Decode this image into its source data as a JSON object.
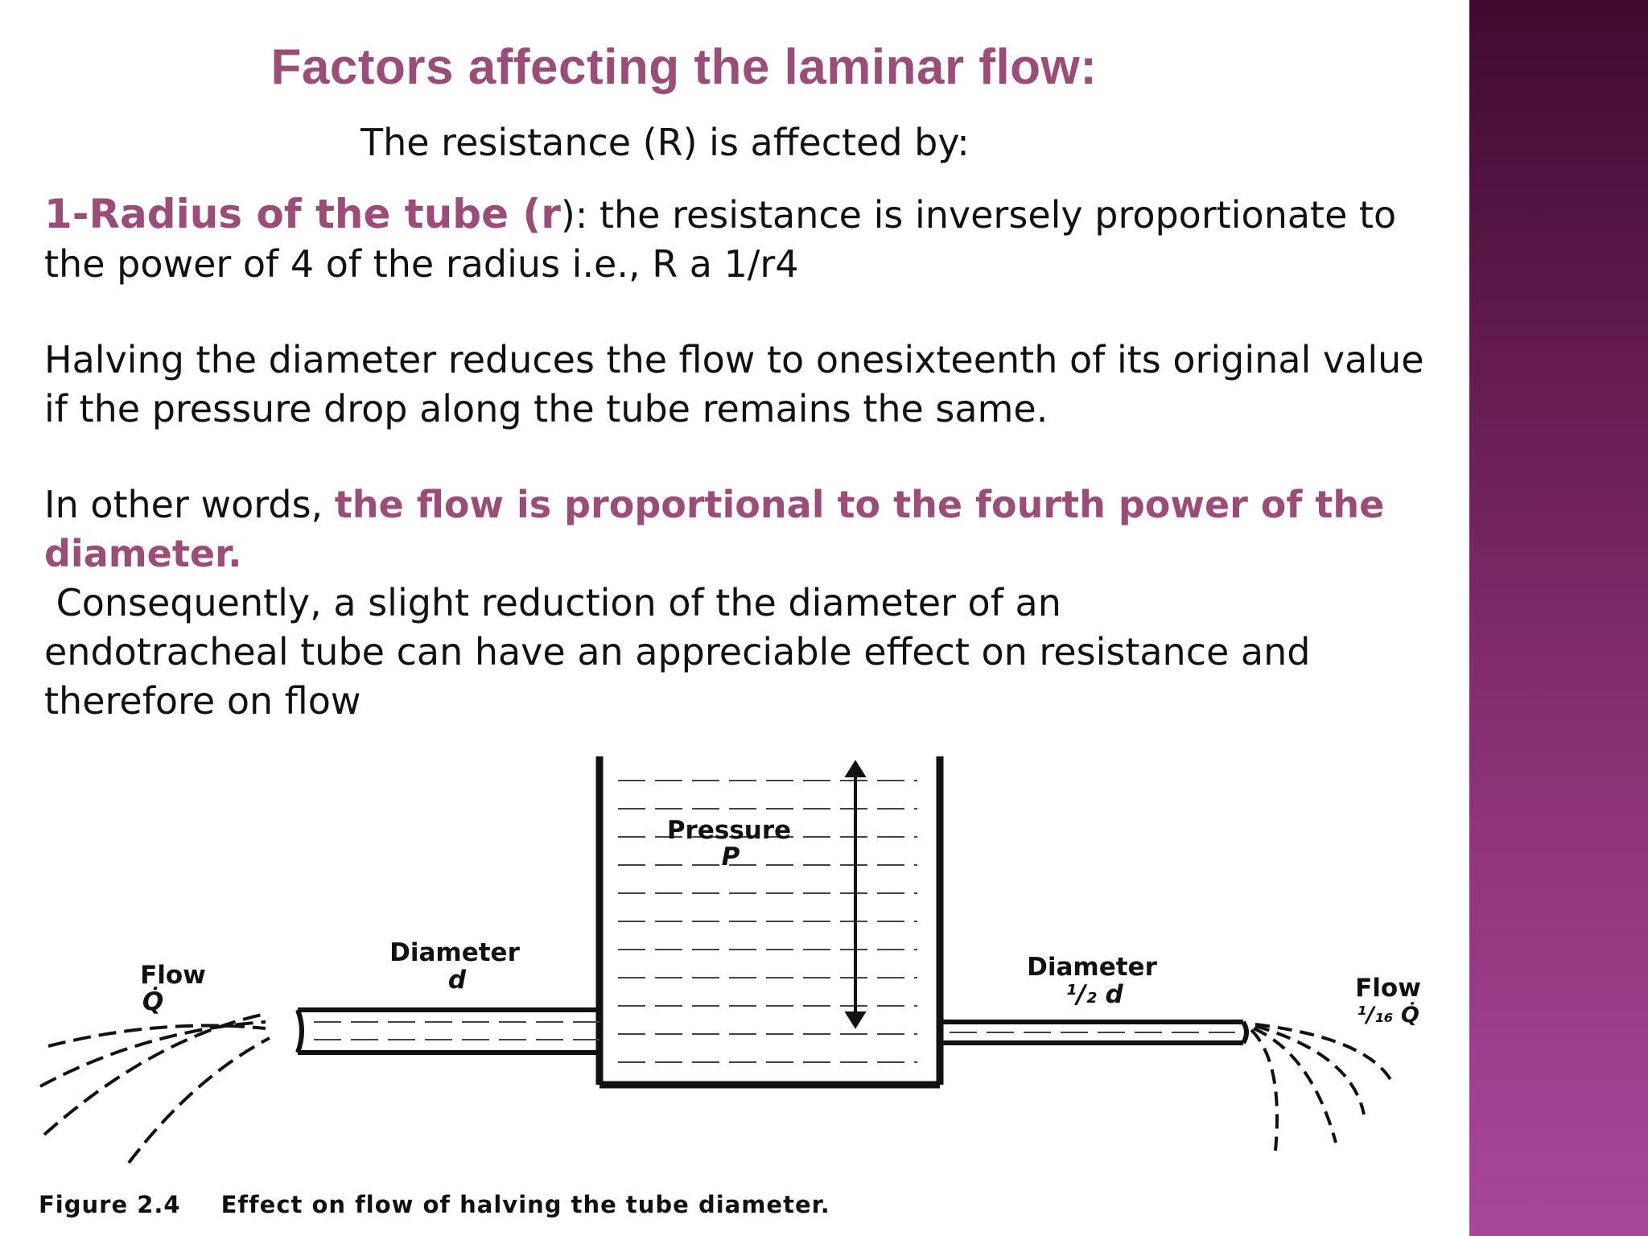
{
  "slide": {
    "title": "Factors affecting the laminar flow:",
    "subtitle": "The resistance (R) is affected by:",
    "point1": {
      "heading": "1-Radius of the tube (r",
      "text_line1": "): the resistance is inversely proportionate to",
      "text_line2": "the power of 4 of the radius i.e., R a 1/r4"
    },
    "para2": {
      "line1": "Halving the diameter reduces the flow to onesixteenth of its original value",
      "line2": "if the pressure drop along the tube remains the same."
    },
    "para3": {
      "lead": "In other words, ",
      "emphasis_line1": "the flow is proportional to the fourth power of the",
      "emphasis_line2": "diameter."
    },
    "para4": {
      "line1": " Consequently, a slight reduction of the diameter of an",
      "line2": "endotracheal tube can have an appreciable effect on resistance and",
      "line3": "therefore on flow"
    }
  },
  "figure": {
    "flow_in_label": "Flow",
    "flow_in_symbol": "Q̇",
    "diameter_left_label": "Diameter",
    "diameter_left_symbol": "d",
    "pressure_label": "Pressure",
    "pressure_symbol": "P",
    "diameter_right_label": "Diameter",
    "diameter_right_symbol": "¹/₂ d",
    "flow_out_label": "Flow",
    "flow_out_symbol": "¹/₁₆ Q̇",
    "caption_number": "Figure 2.4",
    "caption_text": "Effect on flow of halving the tube diameter."
  },
  "colors": {
    "accent": "#9b4d78",
    "sidebar_top": "#3f0a30",
    "sidebar_bottom": "#a6489a"
  }
}
